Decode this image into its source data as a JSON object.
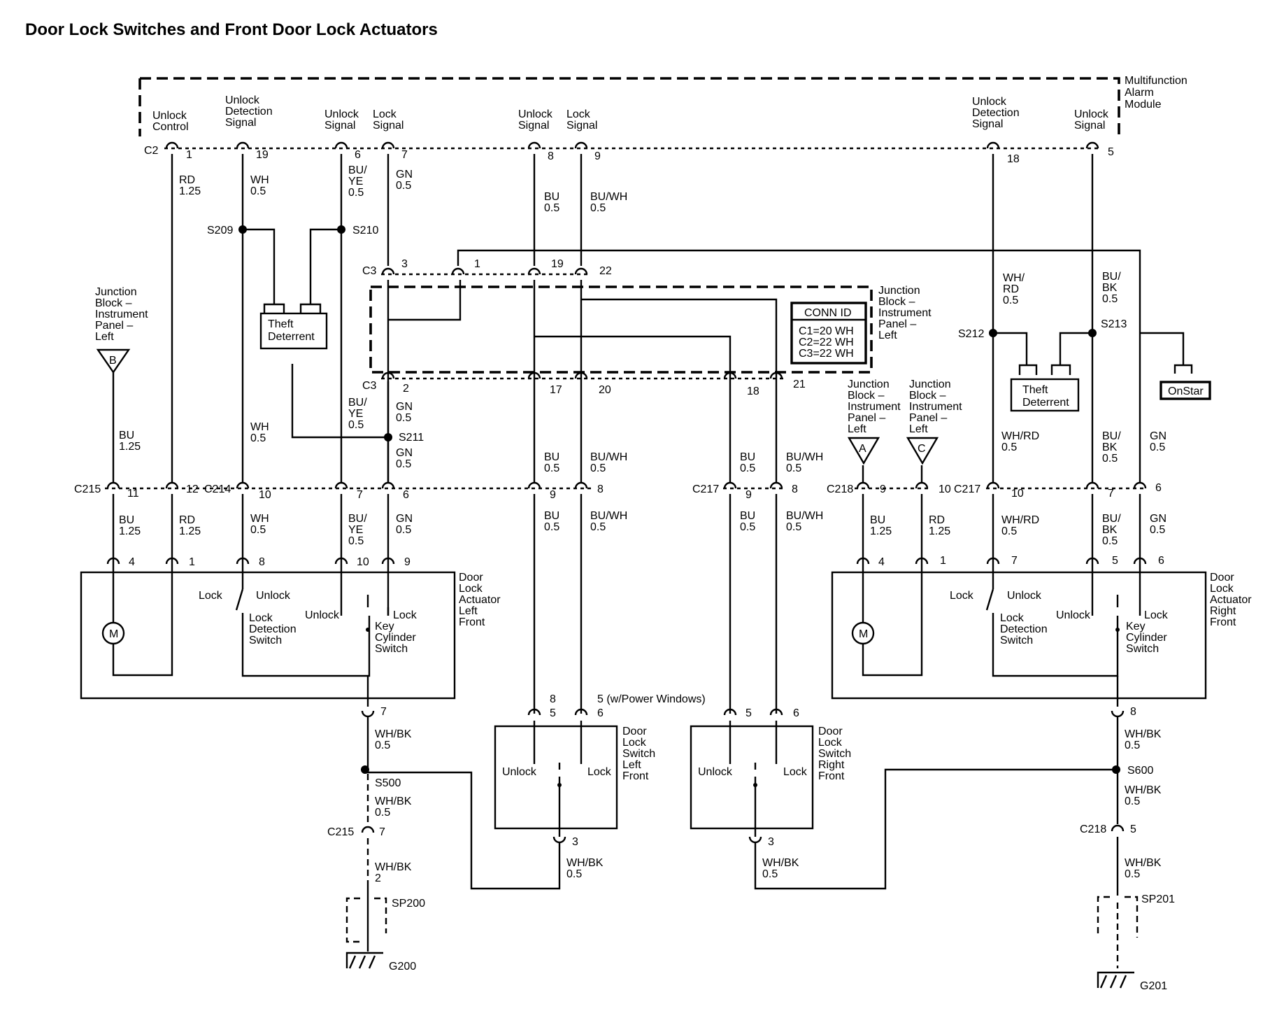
{
  "title": "Door Lock Switches and Front Door Lock Actuators",
  "module": {
    "name": [
      "Multifunction",
      "Alarm",
      "Module"
    ]
  },
  "module_terminals": [
    {
      "id": "t1",
      "label": [
        "Unlock",
        "Control"
      ],
      "pin": "1",
      "connector": "C2",
      "wire": [
        "RD",
        "1.25"
      ]
    },
    {
      "id": "t19",
      "label": [
        "Unlock",
        "Detection",
        "Signal"
      ],
      "pin": "19",
      "wire": [
        "WH",
        "0.5"
      ]
    },
    {
      "id": "t6",
      "label": [
        "Unlock",
        "Signal"
      ],
      "pin": "6",
      "wire": [
        "BU/",
        "YE",
        "0.5"
      ]
    },
    {
      "id": "t7",
      "label": [
        "Lock",
        "Signal"
      ],
      "pin": "7",
      "wire": [
        "GN",
        "0.5"
      ]
    },
    {
      "id": "t8",
      "label": [
        "Unlock",
        "Signal"
      ],
      "pin": "8",
      "wire": [
        "BU",
        "0.5"
      ]
    },
    {
      "id": "t9",
      "label": [
        "Lock",
        "Signal"
      ],
      "pin": "9",
      "wire": [
        "BU/WH",
        "0.5"
      ]
    },
    {
      "id": "t18",
      "label": [
        "Unlock",
        "Detection",
        "Signal"
      ],
      "pin": "18",
      "wire": [
        "WH/",
        "RD",
        "0.5"
      ]
    },
    {
      "id": "t5",
      "label": [
        "Unlock",
        "Signal"
      ],
      "pin": "5",
      "wire": [
        "BU/",
        "BK",
        "0.5"
      ]
    }
  ],
  "splices": [
    "S209",
    "S210",
    "S211",
    "S212",
    "S213",
    "S500",
    "S600",
    "SP200",
    "SP201"
  ],
  "junction_block": {
    "name": [
      "Junction",
      "Block –",
      "Instrument",
      "Panel –",
      "Left"
    ],
    "conn_id": {
      "title": "CONN ID",
      "rows": [
        "C1=20 WH",
        "C2=22 WH",
        "C3=22 WH"
      ]
    },
    "c3_top_pins": [
      "3",
      "1",
      "19",
      "22"
    ],
    "c3_bottom_pins": [
      "2",
      "17",
      "20",
      "18",
      "21"
    ],
    "c3_label": "C3"
  },
  "theft_deterrent": [
    "Theft",
    "Deterrent"
  ],
  "onstar": "OnStar",
  "jb_refs": [
    {
      "letter": "B",
      "label": [
        "Junction",
        "Block –",
        "Instrument",
        "Panel –",
        "Left"
      ]
    },
    {
      "letter": "A",
      "label": [
        "Junction",
        "Block –",
        "Instrument",
        "Panel –",
        "Left"
      ]
    },
    {
      "letter": "C",
      "label": [
        "Junction",
        "Block –",
        "Instrument",
        "Panel –",
        "Left"
      ]
    }
  ],
  "mid_wires": {
    "bu125": [
      "BU",
      "1.25"
    ],
    "wh05": [
      "WH",
      "0.5"
    ],
    "buye": [
      "BU/",
      "YE",
      "0.5"
    ],
    "gn05": [
      "GN",
      "0.5"
    ],
    "bu05": [
      "BU",
      "0.5"
    ],
    "buwh": [
      "BU/WH",
      "0.5"
    ],
    "whrd": [
      "WH/RD",
      "0.5"
    ],
    "bubk": [
      "BU/",
      "BK",
      "0.5"
    ],
    "rd125": [
      "RD",
      "1.25"
    ]
  },
  "inline_connectors": {
    "c215_pins": [
      "11",
      "12"
    ],
    "c214_pins": [
      "10",
      "7",
      "6",
      "9",
      "8"
    ],
    "c217l_pins": [
      "9",
      "8"
    ],
    "c218_pins": [
      "9",
      "10"
    ],
    "c217r_pins": [
      "10",
      "7",
      "6"
    ],
    "names": [
      "C215",
      "C214",
      "C217",
      "C218",
      "C217"
    ]
  },
  "actuator_left": {
    "name": [
      "Door",
      "Lock",
      "Actuator",
      "Left",
      "Front"
    ],
    "pins": [
      "4",
      "1",
      "8",
      "10",
      "9"
    ],
    "out_pin": "7",
    "labels": {
      "lock": "Lock",
      "unlock": "Unlock",
      "unlock2": "Unlock",
      "lock2": "Lock",
      "lds": [
        "Lock",
        "Detection",
        "Switch"
      ],
      "kcs": [
        "Key",
        "Cylinder",
        "Switch"
      ],
      "motor": "M"
    }
  },
  "actuator_right": {
    "name": [
      "Door",
      "Lock",
      "Actuator",
      "Right",
      "Front"
    ],
    "pins": [
      "4",
      "1",
      "7",
      "5",
      "6"
    ],
    "out_pin": "8",
    "labels": {
      "lock": "Lock",
      "unlock": "Unlock",
      "unlock2": "Unlock",
      "lock2": "Lock",
      "lds": [
        "Lock",
        "Detection",
        "Switch"
      ],
      "kcs": [
        "Key",
        "Cylinder",
        "Switch"
      ],
      "motor": "M"
    }
  },
  "switch_left": {
    "name": [
      "Door",
      "Lock",
      "Switch",
      "Left",
      "Front"
    ],
    "pins": [
      "5",
      "6"
    ],
    "alt_pins": [
      "8",
      "5 (w/Power Windows)"
    ],
    "out_pin": "3",
    "unlock": "Unlock",
    "lock": "Lock"
  },
  "switch_right": {
    "name": [
      "Door",
      "Lock",
      "Switch",
      "Right",
      "Front"
    ],
    "pins": [
      "5",
      "6"
    ],
    "out_pin": "3",
    "unlock": "Unlock",
    "lock": "Lock"
  },
  "ground_left": {
    "wire1": [
      "WH/BK",
      "0.5"
    ],
    "wire2": [
      "WH/BK",
      "0.5"
    ],
    "connector": "C215",
    "pin": "7",
    "wire3": [
      "WH/BK",
      "2"
    ],
    "splice": "SP200",
    "ground": "G200"
  },
  "ground_right": {
    "wire1": [
      "WH/BK",
      "0.5"
    ],
    "wire2": [
      "WH/BK",
      "0.5"
    ],
    "connector": "C218",
    "pin": "5",
    "wire3": [
      "WH/BK",
      "0.5"
    ],
    "splice": "SP201",
    "ground": "G201"
  },
  "switch_ground_wire": [
    "WH/BK",
    "0.5"
  ]
}
